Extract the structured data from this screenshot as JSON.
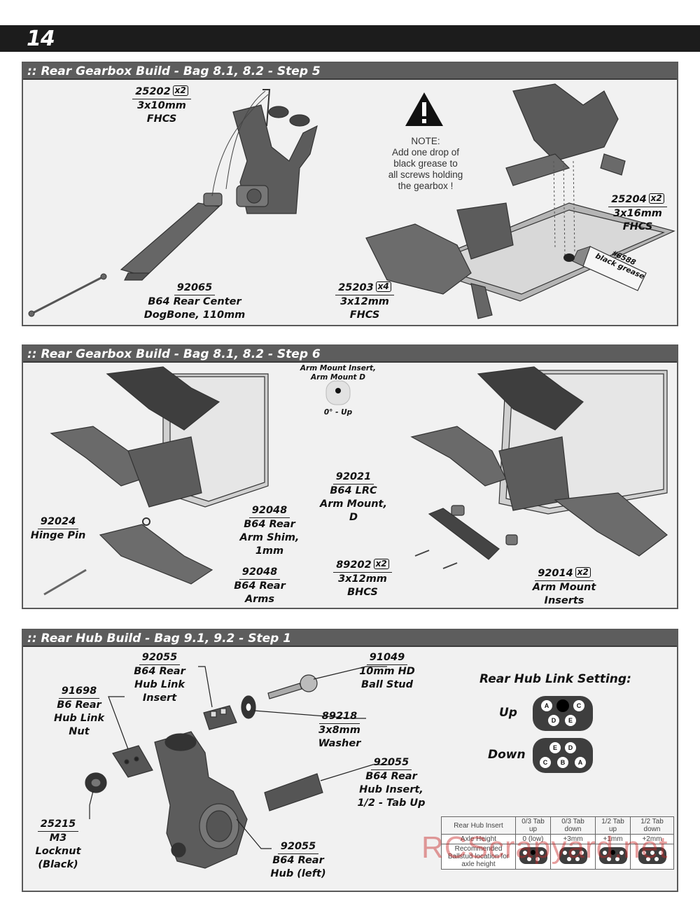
{
  "page": {
    "number": "14"
  },
  "step5": {
    "title": ":: Rear Gearbox Build - Bag 8.1, 8.2 - Step 5",
    "parts": [
      {
        "num": "25202",
        "qty": "x2",
        "l1": "3x10mm",
        "l2": "FHCS"
      },
      {
        "num": "92065",
        "qty": "",
        "l1": "B64 Rear Center",
        "l2": "DogBone, 110mm"
      },
      {
        "num": "25203",
        "qty": "x4",
        "l1": "3x12mm",
        "l2": "FHCS"
      },
      {
        "num": "25204",
        "qty": "x2",
        "l1": "3x16mm",
        "l2": "FHCS"
      }
    ],
    "note": {
      "l1": "NOTE:",
      "l2": "Add one drop of",
      "l3": "black grease to",
      "l4": "all screws holding",
      "l5": "the gearbox !"
    },
    "grease_tube": {
      "l1": "#6588",
      "l2": "black grease"
    }
  },
  "step6": {
    "title": ":: Rear Gearbox Build - Bag 8.1, 8.2 - Step 6",
    "mount_insert": {
      "l1": "Arm Mount Insert,",
      "l2": "Arm Mount D",
      "position": "0° - Up"
    },
    "parts": [
      {
        "num": "92024",
        "qty": "",
        "l1": "Hinge Pin",
        "l2": "",
        "l3": ""
      },
      {
        "num": "92048",
        "qty": "",
        "l1": "B64 Rear",
        "l2": "Arm Shim,",
        "l3": "1mm"
      },
      {
        "num": "92048",
        "qty": "",
        "l1": "B64 Rear",
        "l2": "Arms",
        "l3": ""
      },
      {
        "num": "92021",
        "qty": "",
        "l1": "B64 LRC",
        "l2": "Arm Mount,",
        "l3": "D"
      },
      {
        "num": "89202",
        "qty": "x2",
        "l1": "3x12mm",
        "l2": "BHCS",
        "l3": ""
      },
      {
        "num": "92014",
        "qty": "x2",
        "l1": "Arm Mount",
        "l2": "Inserts",
        "l3": ""
      }
    ]
  },
  "hub": {
    "title": ":: Rear Hub Build - Bag 9.1, 9.2 - Step 1",
    "parts": [
      {
        "num": "92055",
        "l1": "B64 Rear",
        "l2": "Hub Link",
        "l3": "Insert"
      },
      {
        "num": "91049",
        "l1": "10mm HD",
        "l2": "Ball Stud",
        "l3": ""
      },
      {
        "num": "91698",
        "l1": "B6 Rear",
        "l2": "Hub Link",
        "l3": "Nut"
      },
      {
        "num": "89218",
        "l1": "3x8mm",
        "l2": "Washer",
        "l3": ""
      },
      {
        "num": "92055",
        "l1": "B64 Rear",
        "l2": "Hub Insert,",
        "l3": "1/2 - Tab Up"
      },
      {
        "num": "25215",
        "l1": "M3",
        "l2": "Locknut",
        "l3": "(Black)"
      },
      {
        "num": "92055",
        "l1": "B64 Rear",
        "l2": "Hub (left)",
        "l3": ""
      }
    ],
    "setting": {
      "title": "Rear Hub Link Setting:",
      "up": {
        "label": "Up",
        "top": [
          "A",
          "",
          "C"
        ],
        "bottom": [
          "D",
          "E"
        ]
      },
      "down": {
        "label": "Down",
        "top": [
          "E",
          "D"
        ],
        "bottom": [
          "C",
          "B",
          "A"
        ]
      }
    },
    "table": {
      "header": [
        "Rear Hub Insert",
        "0/3 Tab up",
        "0/3 Tab down",
        "1/2 Tab up",
        "1/2 Tab down"
      ],
      "axle_height": [
        "Axle Height",
        "0 (low)",
        "+3mm",
        "+1mm",
        "+2mm"
      ],
      "ballstud": "Recommended Ballstud location for axle height"
    }
  },
  "watermark": "RCScrapyard.net"
}
